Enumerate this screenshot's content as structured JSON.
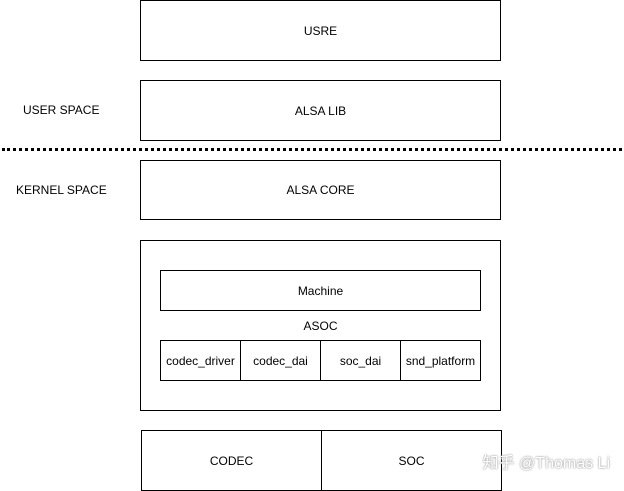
{
  "layers": {
    "usre": "USRE",
    "alsa_lib": "ALSA LIB",
    "alsa_core": "ALSA CORE"
  },
  "space_labels": {
    "user": "USER SPACE",
    "kernel": "KERNEL SPACE"
  },
  "asoc": {
    "title": "ASOC",
    "machine": "Machine",
    "components": [
      "codec_driver",
      "codec_dai",
      "soc_dai",
      "snd_platform"
    ]
  },
  "hardware": [
    "CODEC",
    "SOC"
  ],
  "watermark": "知乎 @Thomas Li"
}
